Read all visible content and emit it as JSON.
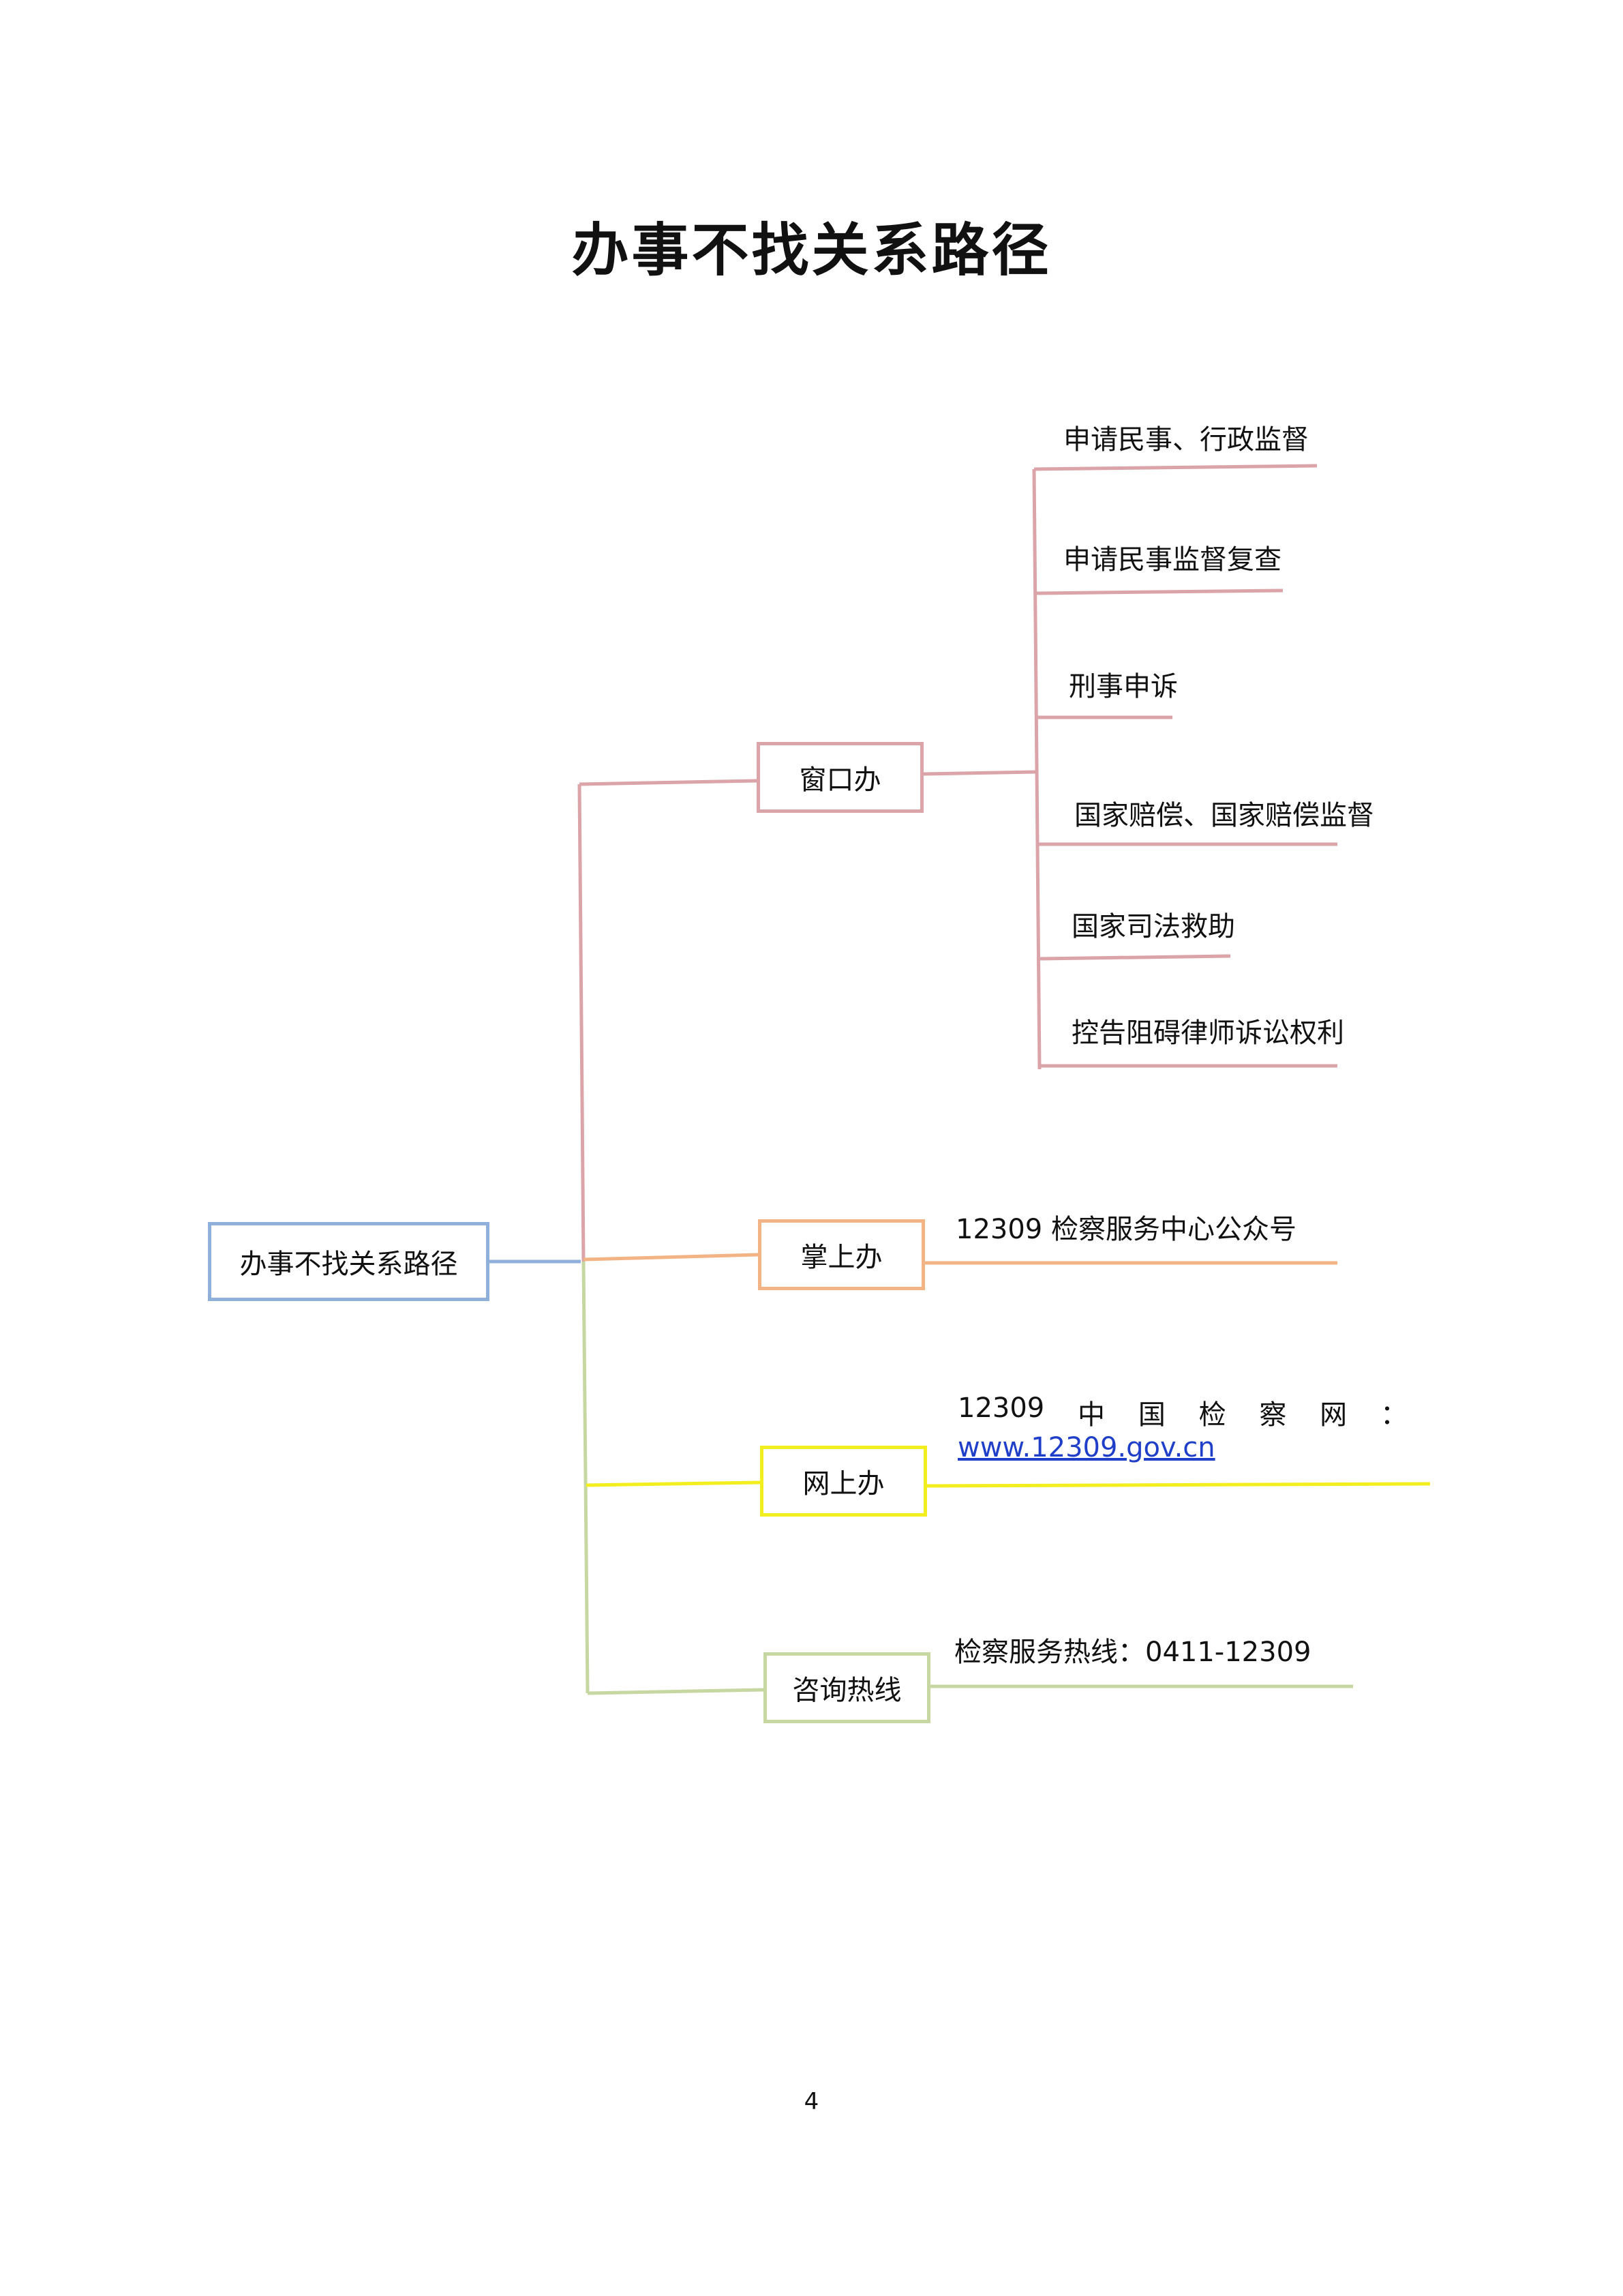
{
  "title": "办事不找关系路径",
  "root": "办事不找关系路径",
  "branches": {
    "window": {
      "label": "窗口办",
      "items": [
        "申请民事、行政监督",
        "申请民事监督复查",
        "刑事申诉",
        "国家赔偿、国家赔偿监督",
        "国家司法救助",
        "控告阻碍律师诉讼权利"
      ]
    },
    "palm": {
      "label": "掌上办",
      "item_number": "12309",
      "item_text": "检察服务中心公众号"
    },
    "web": {
      "label": "网上办",
      "line1": [
        "12309",
        "中",
        "国",
        "检",
        "察",
        "网",
        "："
      ],
      "url": "www.12309.gov.cn"
    },
    "hotline": {
      "label": "咨询热线",
      "item_text": "检察服务热线：",
      "item_number": "0411-12309"
    }
  },
  "colors": {
    "root": "#8fb0db",
    "window": "#dba4a8",
    "palm": "#f2b484",
    "web": "#f3ef1e",
    "hotline": "#c7d7a2",
    "link": "#1f3fc9"
  },
  "page_number": "4"
}
